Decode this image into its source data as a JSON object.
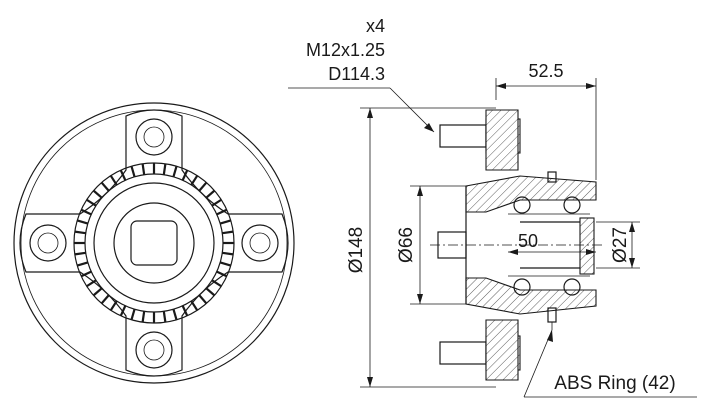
{
  "callout": {
    "qty": "x4",
    "thread": "M12x1.25",
    "pcd": "D114.3"
  },
  "dimensions": {
    "width": "52.5",
    "outer_dia": "Ø148",
    "pilot_dia": "Ø66",
    "bearing_width": "50",
    "inner_dia": "Ø27"
  },
  "abs_ring": "ABS Ring (42)",
  "colors": {
    "line": "#1a1a1a",
    "background": "#ffffff"
  },
  "views": [
    "front-view",
    "side-section-view"
  ]
}
